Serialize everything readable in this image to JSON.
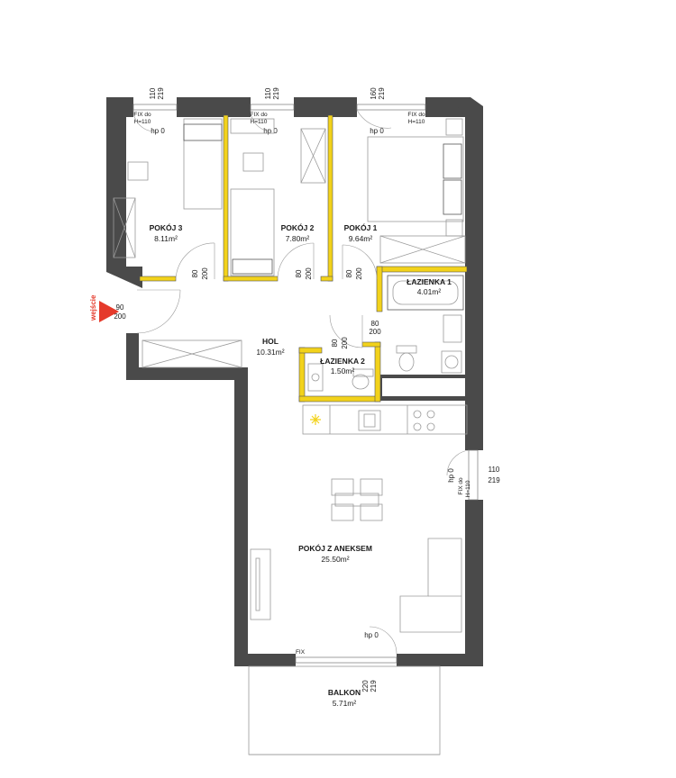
{
  "rooms": {
    "pokoj3": {
      "name": "POKÓJ 3",
      "area": "8.11m²"
    },
    "pokoj2": {
      "name": "POKÓJ 2",
      "area": "7.80m²"
    },
    "pokoj1": {
      "name": "POKÓJ 1",
      "area": "9.64m²"
    },
    "lazienka1": {
      "name": "ŁAZIENKA 1",
      "area": "4.01m²"
    },
    "hol": {
      "name": "HOL",
      "area": "10.31m²"
    },
    "lazienka2": {
      "name": "ŁAZIENKA 2",
      "area": "1.50m²"
    },
    "salon": {
      "name": "POKÓJ Z ANEKSEM",
      "area": "25.50m²"
    },
    "balkon": {
      "name": "BALKON",
      "area": "5.71m²"
    }
  },
  "windows": {
    "w1": {
      "w": "110",
      "h": "219"
    },
    "w2": {
      "w": "110",
      "h": "219"
    },
    "w3": {
      "w": "160",
      "h": "219"
    },
    "w4": {
      "w": "110",
      "h": "219"
    },
    "w5": {
      "w": "220",
      "h": "219"
    }
  },
  "doors": {
    "d_pokoj3": {
      "w": "80",
      "h": "200"
    },
    "d_pokoj2": {
      "w": "80",
      "h": "200"
    },
    "d_pokoj1": {
      "w": "80",
      "h": "200"
    },
    "d_laz1": {
      "w": "80",
      "h": "200"
    },
    "d_laz2": {
      "w": "80",
      "h": "200"
    },
    "d_entry": {
      "w": "90",
      "h": "200"
    }
  },
  "labels": {
    "hp0": "hp 0",
    "fix_do": "FIX do",
    "h110": "H=110",
    "fix": "FIX",
    "entrance": "wejście"
  },
  "colors": {
    "wall": "#4a4a4a",
    "accent_wall": "#f2d21b",
    "entrance_marker": "#e53a2b"
  }
}
